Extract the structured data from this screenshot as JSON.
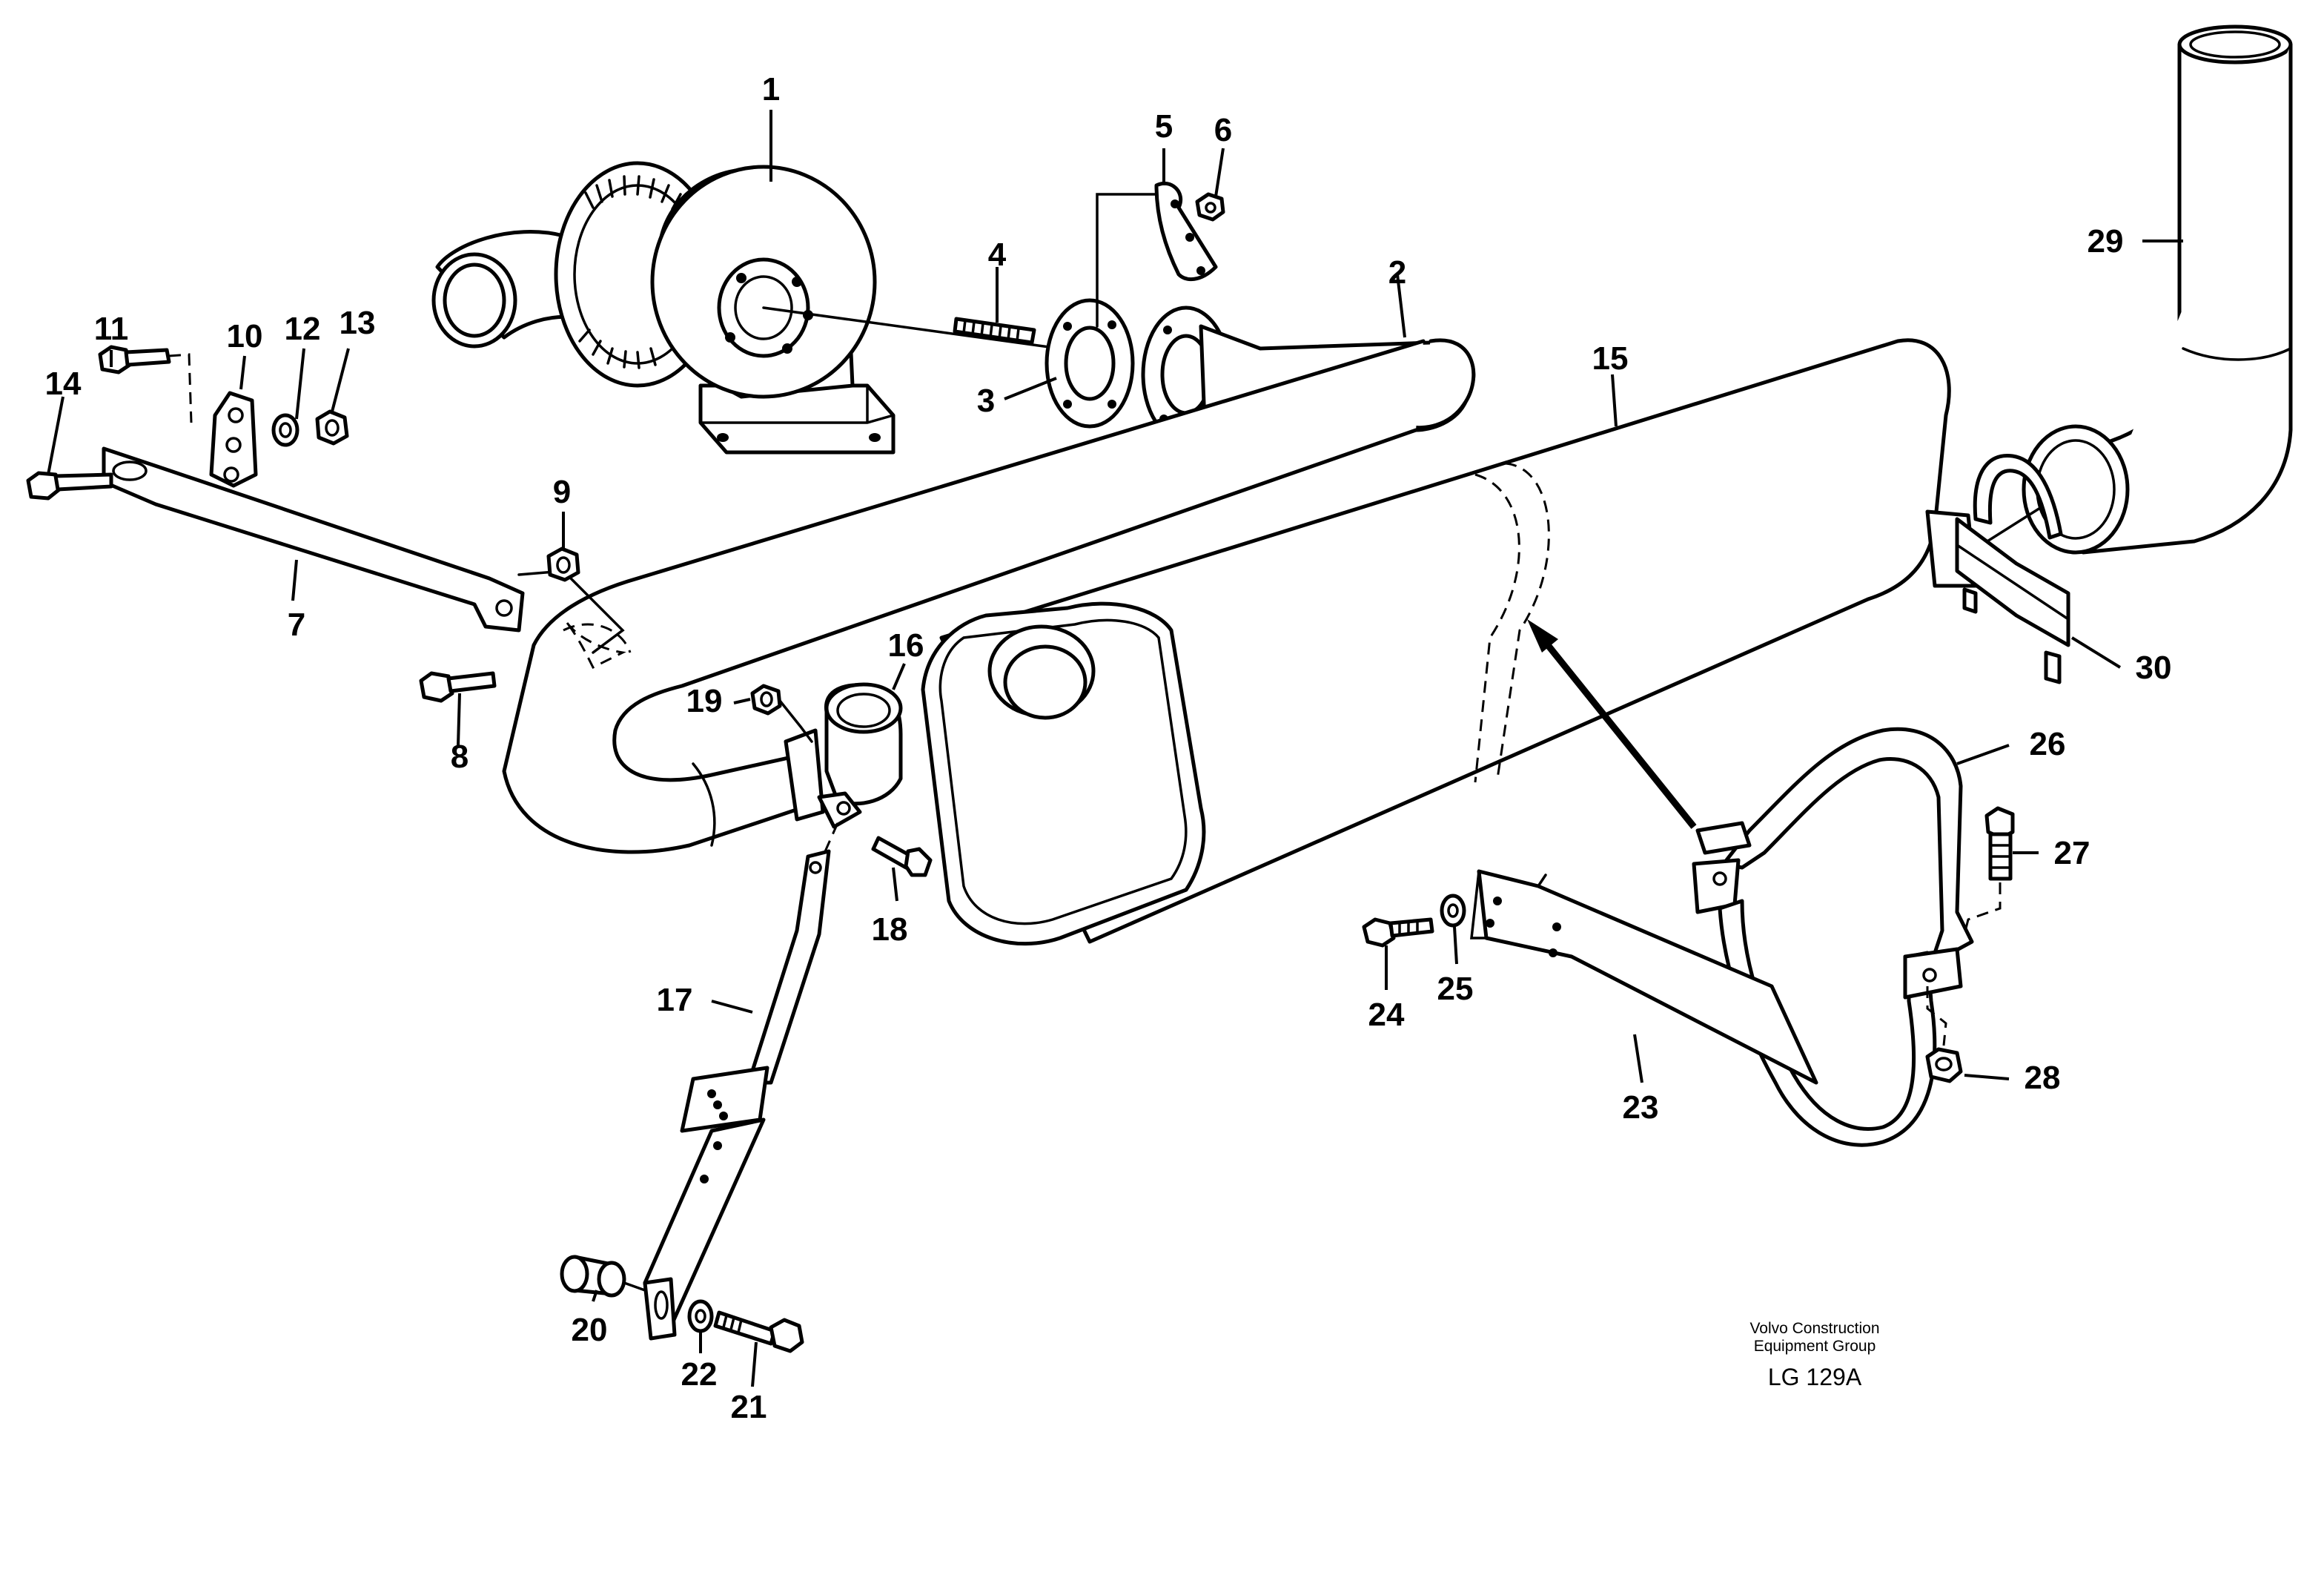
{
  "diagram": {
    "caption_line1": "Volvo Construction",
    "caption_line2": "Equipment Group",
    "drawing_code": "LG 129A",
    "callouts": [
      {
        "id": "c1",
        "label": "1"
      },
      {
        "id": "c2",
        "label": "2"
      },
      {
        "id": "c3",
        "label": "3"
      },
      {
        "id": "c4",
        "label": "4"
      },
      {
        "id": "c5",
        "label": "5"
      },
      {
        "id": "c6",
        "label": "6"
      },
      {
        "id": "c7",
        "label": "7"
      },
      {
        "id": "c8",
        "label": "8"
      },
      {
        "id": "c9",
        "label": "9"
      },
      {
        "id": "c10",
        "label": "10"
      },
      {
        "id": "c11",
        "label": "11"
      },
      {
        "id": "c12",
        "label": "12"
      },
      {
        "id": "c13",
        "label": "13"
      },
      {
        "id": "c14",
        "label": "14"
      },
      {
        "id": "c15",
        "label": "15"
      },
      {
        "id": "c16",
        "label": "16"
      },
      {
        "id": "c17",
        "label": "17"
      },
      {
        "id": "c18",
        "label": "18"
      },
      {
        "id": "c19",
        "label": "19"
      },
      {
        "id": "c20",
        "label": "20"
      },
      {
        "id": "c21",
        "label": "21"
      },
      {
        "id": "c22",
        "label": "22"
      },
      {
        "id": "c23",
        "label": "23"
      },
      {
        "id": "c24",
        "label": "24"
      },
      {
        "id": "c25",
        "label": "25"
      },
      {
        "id": "c26",
        "label": "26"
      },
      {
        "id": "c27",
        "label": "27"
      },
      {
        "id": "c28",
        "label": "28"
      },
      {
        "id": "c29",
        "label": "29"
      },
      {
        "id": "c30",
        "label": "30"
      }
    ]
  }
}
